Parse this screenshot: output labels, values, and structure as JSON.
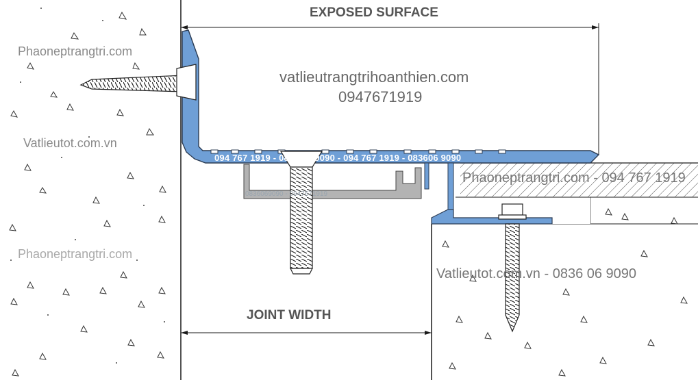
{
  "labels": {
    "exposed_surface": "EXPOSED SURFACE",
    "joint_width": "JOINT WIDTH"
  },
  "watermarks": {
    "left_top": "Phaoneptrangtri.com",
    "left_mid": "Vatlieutot.com.vn",
    "left_bottom": "Phaoneptrangtri.com",
    "center_site": "vatlieutrangtrihoanthien.com",
    "center_phone": "0947671919",
    "profile_strip": "094 767 1919 - 0836 06 9090 - 094 767 1919 - 083606 9090",
    "channel_strip": "0836069090 - 0947671919",
    "right_site": "Phaoneptrangtri.com - 094 767 1919",
    "right_bottom": "Vatlieutot.com.vn - 0836 06 9090"
  },
  "colors": {
    "profile_fill": "#6f9fd6",
    "profile_stroke": "#2b3b52",
    "channel_fill": "#b3b3b3",
    "line": "#1a1a1a",
    "concrete": "#ffffff"
  }
}
